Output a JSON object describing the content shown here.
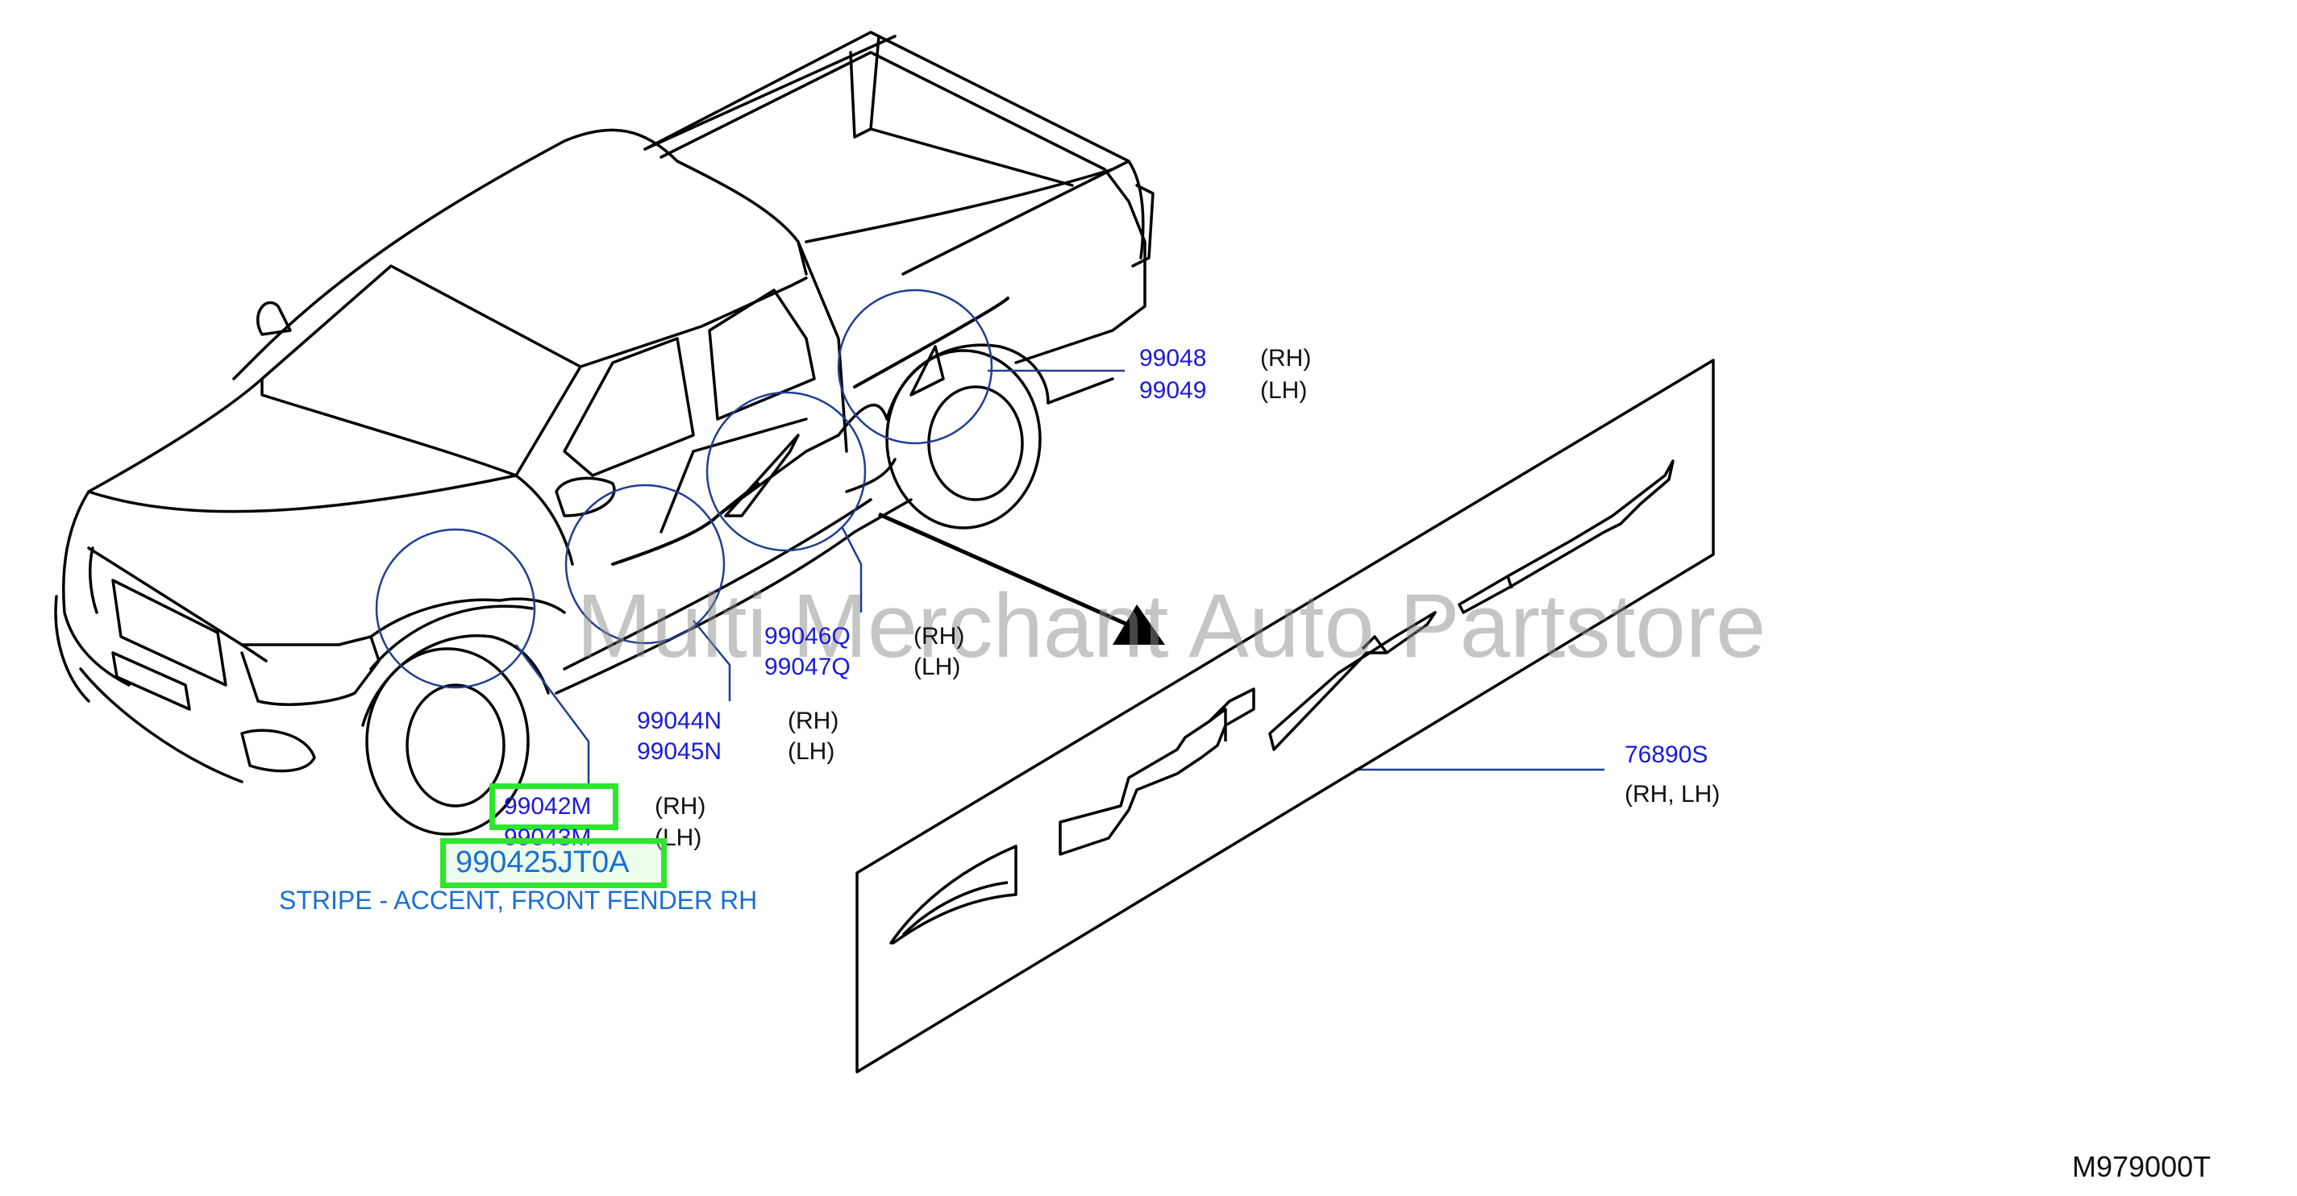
{
  "watermark": "Multi Merchant Auto Partstore",
  "callouts": {
    "c99048": {
      "part": "99048",
      "side": "(RH)"
    },
    "c99049": {
      "part": "99049",
      "side": "(LH)"
    },
    "c99046q": {
      "part": "99046Q",
      "side": "(RH)"
    },
    "c99047q": {
      "part": "99047Q",
      "side": "(LH)"
    },
    "c99044n": {
      "part": "99044N",
      "side": "(RH)"
    },
    "c99045n": {
      "part": "99045N",
      "side": "(LH)"
    },
    "c99042m": {
      "part": "99042M",
      "side": "(RH)"
    },
    "c99043m": {
      "part": "99043M",
      "side": "(LH)"
    },
    "c76890s": {
      "part": "76890S",
      "side": "(RH,   LH)"
    }
  },
  "highlight": {
    "part_number": "990425JT0A",
    "description": "STRIPE - ACCENT, FRONT FENDER RH"
  },
  "diagram_code": "M979000T",
  "colors": {
    "part_number_text": "#1a1adc",
    "callout_line": "#1f3f8f",
    "highlight_box": "#2ee62e",
    "description_text": "#1a6fd6",
    "line_art": "#000000"
  }
}
